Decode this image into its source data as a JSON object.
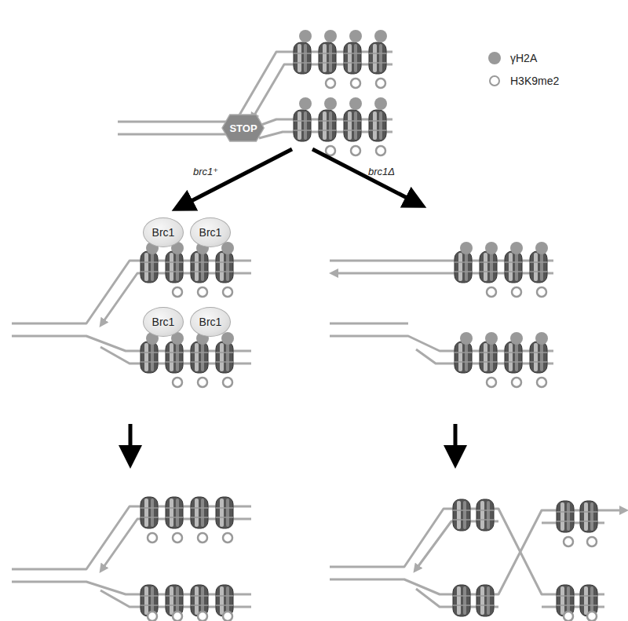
{
  "diagram": {
    "nodes": [
      {
        "text": [
          "STOP"
        ]
      },
      {
        "text": [
          "Brc1"
        ]
      },
      {
        "text": [
          "Brc1"
        ]
      },
      {
        "text": [
          "Brc1"
        ]
      },
      {
        "text": [
          "Brc1"
        ]
      }
    ],
    "labels": [
      "brc1⁺",
      "brc1Δ"
    ],
    "legend": [
      {
        "text": "γH2A",
        "color": "#999999"
      },
      {
        "text": "H3K9me2"
      }
    ]
  }
}
